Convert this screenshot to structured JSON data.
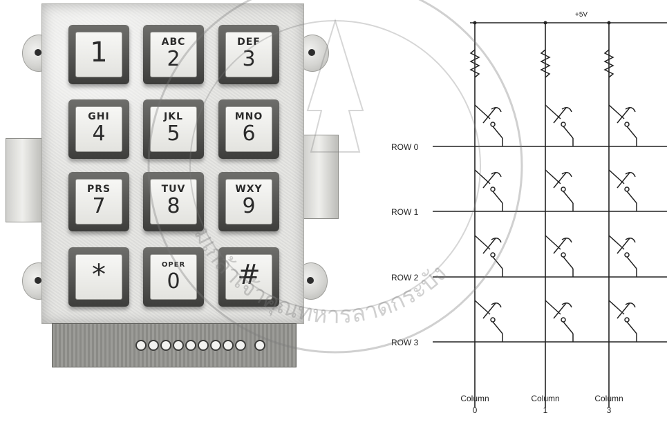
{
  "keypad": {
    "keys": [
      {
        "letters": "",
        "digit": "1"
      },
      {
        "letters": "ABC",
        "digit": "2"
      },
      {
        "letters": "DEF",
        "digit": "3"
      },
      {
        "letters": "GHI",
        "digit": "4"
      },
      {
        "letters": "JKL",
        "digit": "5"
      },
      {
        "letters": "MNO",
        "digit": "6"
      },
      {
        "letters": "PRS",
        "digit": "7"
      },
      {
        "letters": "TUV",
        "digit": "8"
      },
      {
        "letters": "WXY",
        "digit": "9"
      },
      {
        "letters": "",
        "digit": "*"
      },
      {
        "letters": "OPER",
        "digit": "0"
      },
      {
        "letters": "",
        "digit": "#"
      }
    ]
  },
  "schematic": {
    "supply_label": "+5V",
    "rows": [
      "ROW 0",
      "ROW 1",
      "ROW 2",
      "ROW 3"
    ],
    "columns": [
      {
        "label": "Column",
        "number": "0"
      },
      {
        "label": "Column",
        "number": "1"
      },
      {
        "label": "Column",
        "number": "3"
      }
    ]
  },
  "watermark": {
    "text": "มเกล้าเจ้าคุณทหารลาดกระบัง"
  }
}
